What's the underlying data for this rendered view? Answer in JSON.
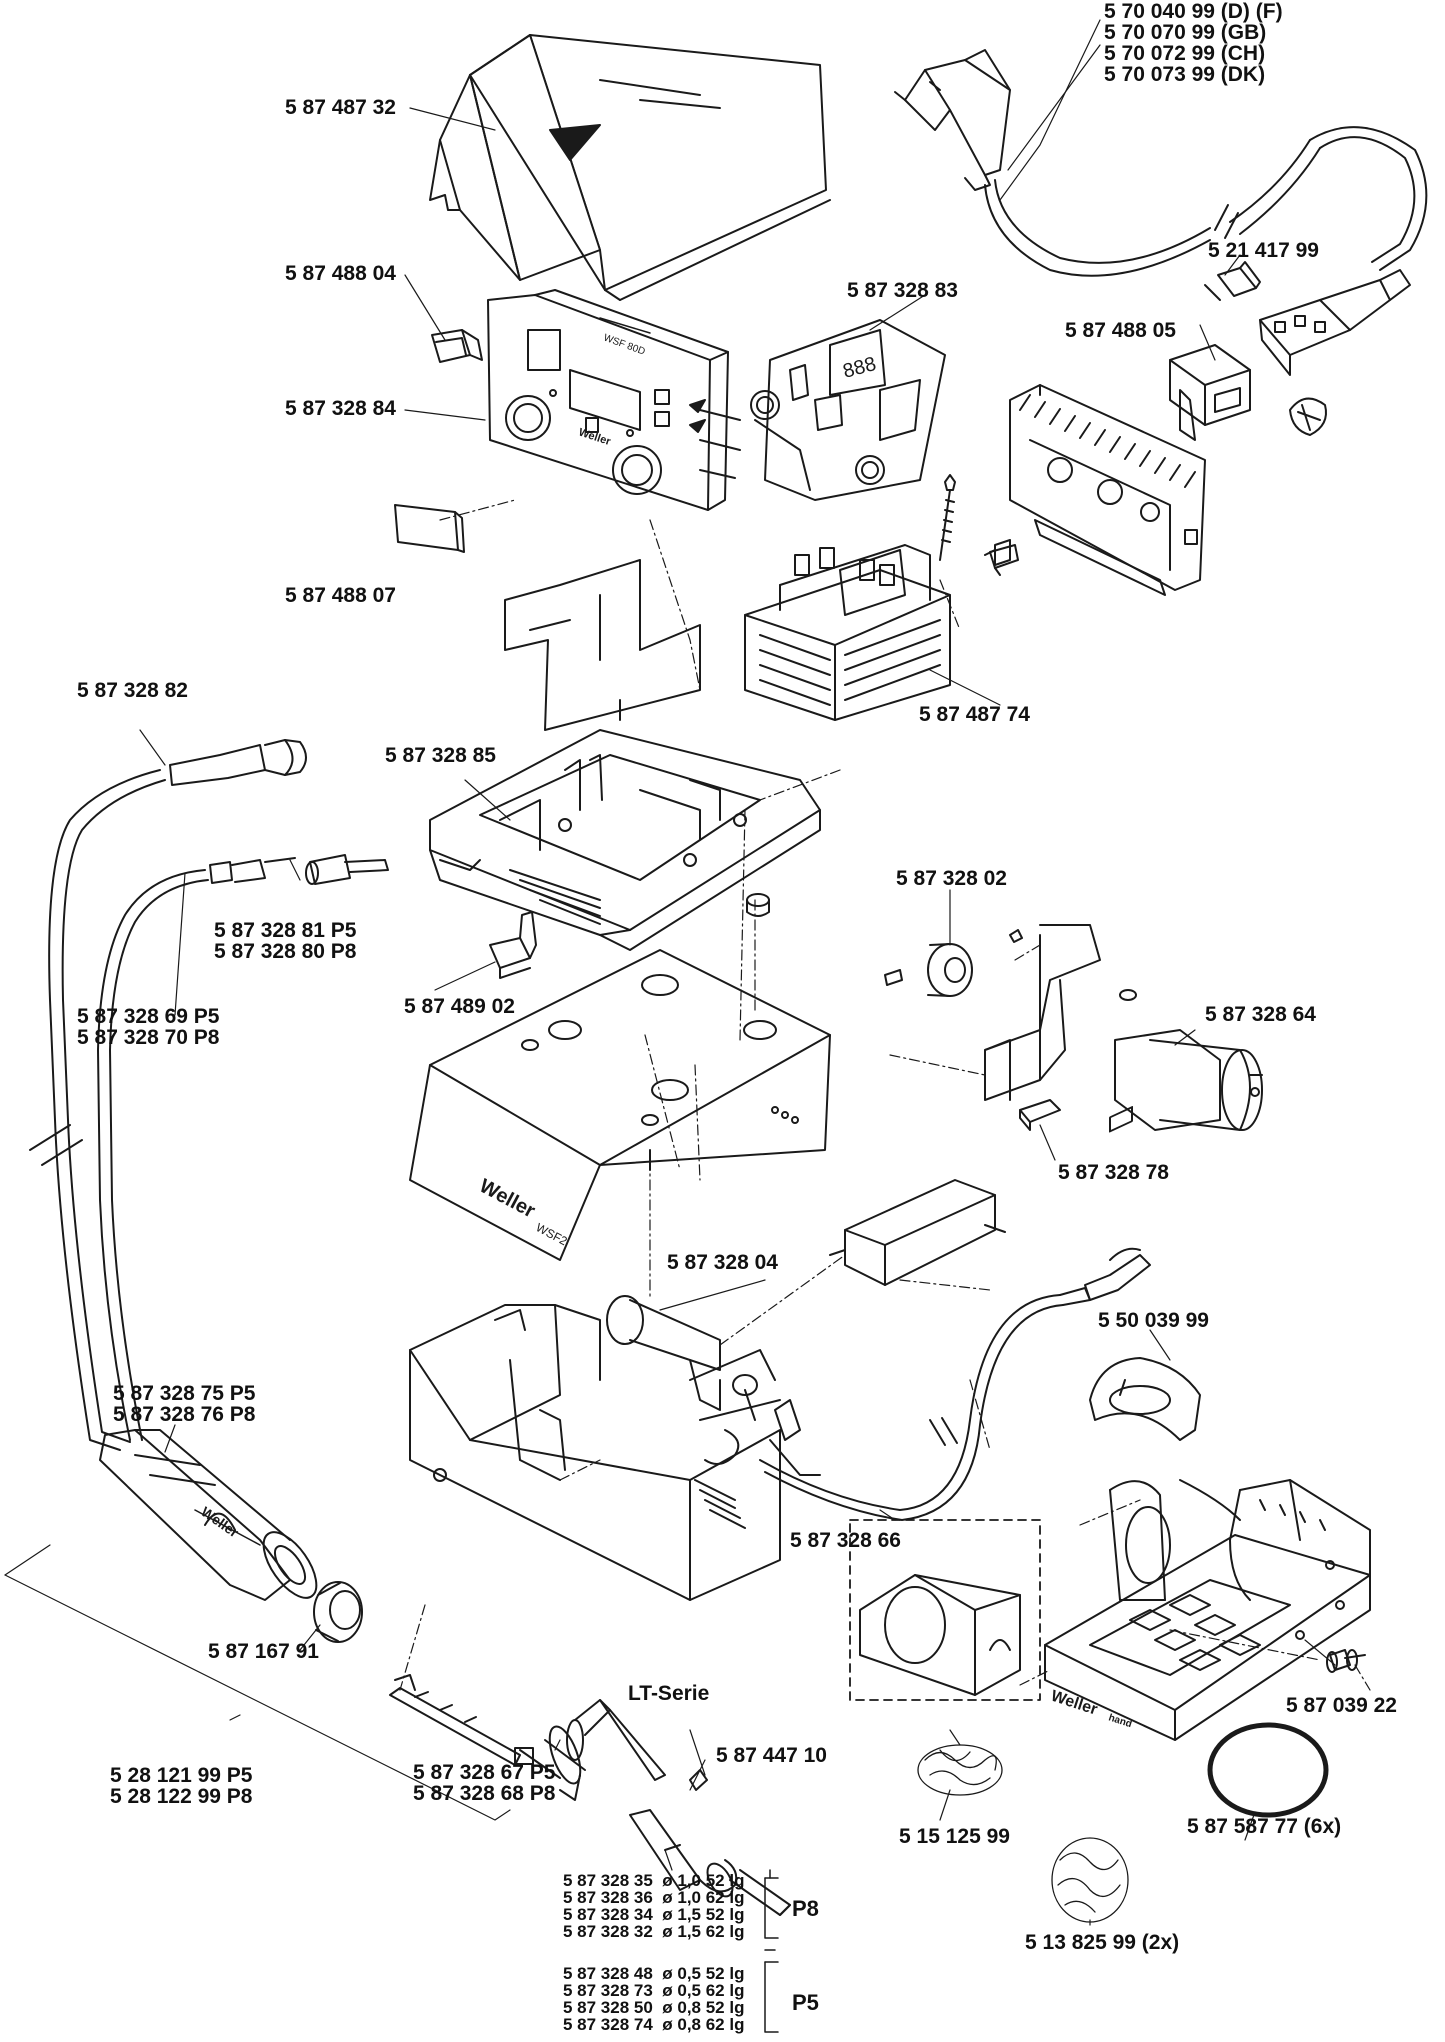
{
  "labels": {
    "cover": "5 87 487 32",
    "plug_d_f": "5 70 040 99 (D) (F)",
    "plug_gb": "5 70 070 99 (GB)",
    "plug_ch": "5 70 072 99 (CH)",
    "plug_dk": "5 70 073 99 (DK)",
    "switch": "5 87 488 04",
    "pcb": "5 87 328 83",
    "fuse": "5 21 417 99",
    "socket": "5 87 488 05",
    "front_panel": "5 87 328 84",
    "window": "5 87 488 07",
    "cable_cordset": "5 87 328 82",
    "bottom_housing": "5 87 328 85",
    "transformer": "5 87 487 74",
    "heater_p5": "5 87 328 81 P5",
    "heater_p8": "5 87 328 80 P8",
    "hose_p5": "5 87 328 69 P5",
    "hose_p8": "5 87 328 70 P8",
    "adapter": "5 87 489 02",
    "wheel": "5 87 328 02",
    "motor": "5 87 328 64",
    "clip": "5 87 328 78",
    "pump_holder": "5 87 328 04",
    "sponge_holder": "5 50 039 99",
    "handle_p5": "5 87 328 75 P5",
    "handle_p8": "5 87 328 76 P8",
    "connection_cable": "5 87 328 66",
    "nut": "5 87 167 91",
    "lt_series": "LT-Serie",
    "tip_adapter": "5 87 447 10",
    "valve_p5": "5 87 328 67 P5",
    "valve_p8": "5 87 328 68 P8",
    "iron_p5": "5 28 121 99 P5",
    "iron_p8": "5 28 122 99 P8",
    "spring": "5 87 039 22",
    "wool_holder": "5 15 125 99",
    "oring": "5 87 587 77 (6x)",
    "wool": "5  13 825 99 (2x)"
  },
  "nozzle_tables": {
    "p8": {
      "group_label": "P8",
      "rows": [
        "5 87 328 35  ø 1,0 52 lg",
        "5 87 328 36  ø 1,0 62 lg",
        "5 87 328 34  ø 1,5 52 lg",
        "5 87 328 32  ø 1,5 62 lg"
      ]
    },
    "p5": {
      "group_label": "P5",
      "rows": [
        "5 87 328 48  ø 0,5 52 lg",
        "5 87 328 73  ø 0,5 62 lg",
        "5 87 328 50  ø 0,8 52 lg",
        "5 87 328 74  ø 0,8 62 lg"
      ]
    }
  },
  "printed_marks": {
    "brand_front_panel": "Weller",
    "model_front_panel": "WSF 80D",
    "brand_top_cover": "Weller",
    "model_top_cover": "WSF2",
    "brand_handle": "Weller",
    "brand_stand": "Weller",
    "stand_badge": "hand",
    "display_digits": "888"
  }
}
